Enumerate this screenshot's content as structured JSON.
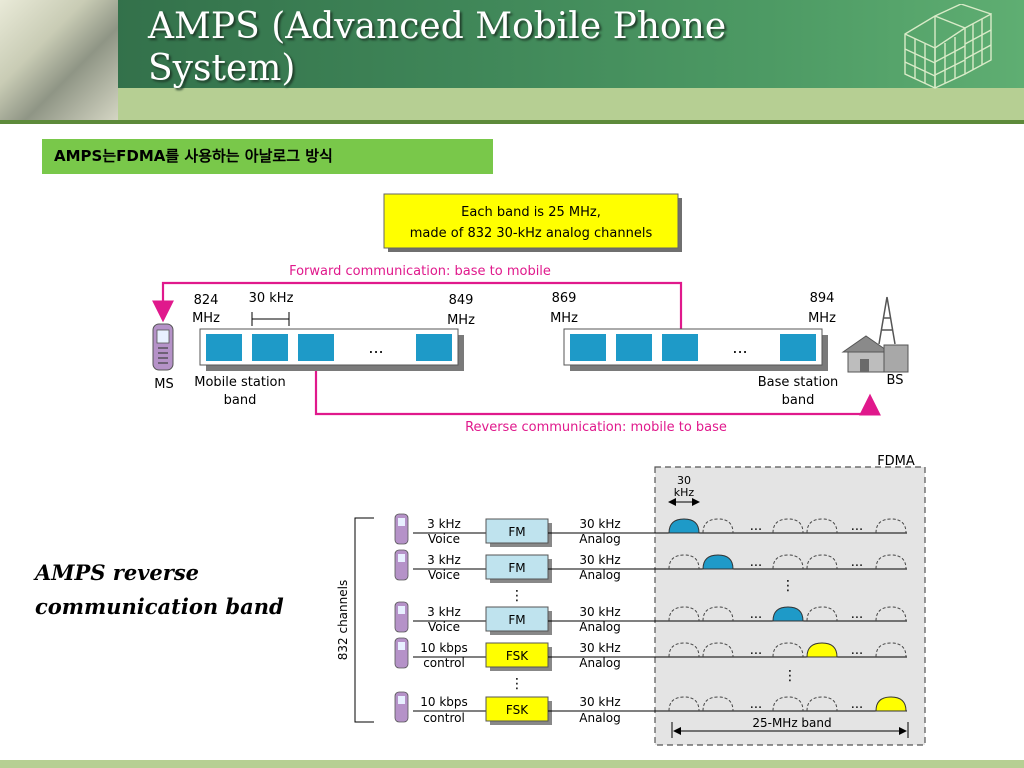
{
  "slide": {
    "title": "AMPS (Advanced Mobile Phone System)",
    "subtitle": "AMPS는FDMA를 사용하는 아날로그 방식",
    "side_label": "AMPS reverse communication band"
  },
  "top_diagram": {
    "callout": [
      "Each band is 25 MHz,",
      "made of 832 30-kHz analog channels"
    ],
    "forward_label": "Forward communication: base to mobile",
    "reverse_label": "Reverse communication: mobile to base",
    "freq_824": [
      "824",
      "MHz"
    ],
    "spacing_label": "30 kHz",
    "freq_849": [
      "849",
      "MHz"
    ],
    "freq_869": [
      "869",
      "MHz"
    ],
    "freq_894": [
      "894",
      "MHz"
    ],
    "ellipsis": "...",
    "ms_label": "MS",
    "bs_label": "BS",
    "mobile_band": [
      "Mobile station",
      "band"
    ],
    "base_band": [
      "Base station",
      "band"
    ]
  },
  "fdma_diagram": {
    "fdma_label": "FDMA",
    "spacing": [
      "30",
      "kHz"
    ],
    "channels_label": "832 channels",
    "band_label": "25-MHz band",
    "vdots": "⋮",
    "ellipsis": "...",
    "rows": [
      {
        "input": [
          "3 kHz",
          "Voice"
        ],
        "modulator": "FM",
        "output": [
          "30 kHz",
          "Analog"
        ]
      },
      {
        "input": [
          "3 kHz",
          "Voice"
        ],
        "modulator": "FM",
        "output": [
          "30 kHz",
          "Analog"
        ]
      },
      {
        "input": [
          "3 kHz",
          "Voice"
        ],
        "modulator": "FM",
        "output": [
          "30 kHz",
          "Analog"
        ]
      },
      {
        "input": [
          "10 kbps",
          "control"
        ],
        "modulator": "FSK",
        "output": [
          "30 kHz",
          "Analog"
        ]
      },
      {
        "input": [
          "10 kbps",
          "control"
        ],
        "modulator": "FSK",
        "output": [
          "30 kHz",
          "Analog"
        ]
      }
    ]
  },
  "colors": {
    "header_green": "#3f8658",
    "subtitle_green": "#79c84a",
    "callout_yellow": "#ffff00",
    "magenta_arrow": "#e0198c",
    "channel_blue": "#1e9ac8",
    "fm_box": "#bfe3ee",
    "fsk_box": "#ffff00"
  }
}
